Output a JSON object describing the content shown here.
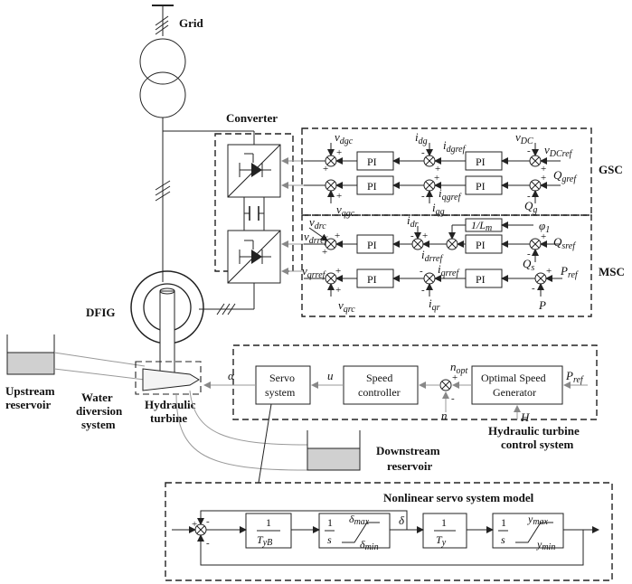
{
  "labels": {
    "grid": "Grid",
    "converter": "Converter",
    "gsc": "GSC",
    "msc": "MSC",
    "dfig": "DFIG",
    "upstream_1": "Upstream",
    "upstream_2": "reservoir",
    "water_div_1": "Water",
    "water_div_2": "diversion",
    "water_div_3": "system",
    "hydraulic_1": "Hydraulic",
    "hydraulic_2": "turbine",
    "downstream_1": "Downstream",
    "downstream_2": "reservoir",
    "control_sys_1": "Hydraulic turbine",
    "control_sys_2": "control system",
    "servo_model_title": "Nonlinear servo system model"
  },
  "blocks": {
    "pi": "PI",
    "one_over_lm": "1/L",
    "lm_sub": "m",
    "servo_1": "Servo",
    "servo_2": "system",
    "speed_1": "Speed",
    "speed_2": "controller",
    "optimal_1": "Optimal Speed",
    "optimal_2": "Generator",
    "one": "1",
    "s": "s",
    "t_yb": "T",
    "t_yb_sub": "yB",
    "t_y": "T",
    "t_y_sub": "y"
  },
  "signals": {
    "v": "v",
    "dgc": "dgc",
    "qgc": "qgc",
    "drc": "drc",
    "qrc": "qrc",
    "drref": "drref",
    "qrref": "qrref",
    "i": "i",
    "dg": "dg",
    "qg": "qg",
    "dgref": "dgref",
    "qgref": "qgref",
    "dr": "dr",
    "qr": "qr",
    "drref_i": "drref",
    "qrref_i": "qrref",
    "dc": "DC",
    "dcref": "DCref",
    "q": "Q",
    "g": "g",
    "gref": "gref",
    "s_sub": "s",
    "sref": "sref",
    "phi": "φ",
    "phi_sub": "1",
    "p": "P",
    "ref": "ref",
    "alpha": "α",
    "u": "u",
    "n": "n",
    "opt": "opt",
    "h": "H",
    "delta": "δ",
    "delta_max": "max",
    "delta_min": "min",
    "y": "y",
    "y_max": "max",
    "y_min": "min"
  },
  "signs": {
    "plus": "+",
    "minus": "-"
  }
}
